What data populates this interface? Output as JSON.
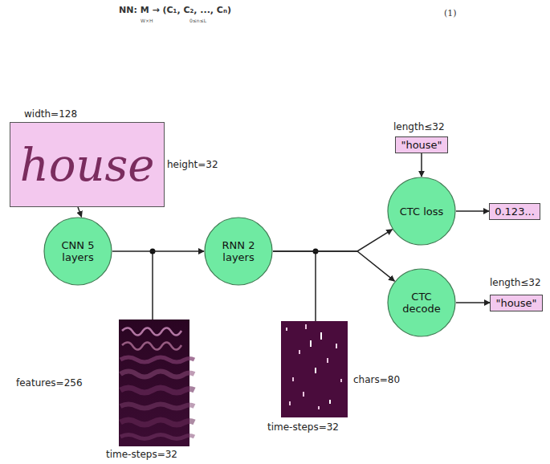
{
  "diagram": {
    "nodes": [
      {
        "text": [
          "house"
        ]
      },
      {
        "text": [
          "CNN 5 layers"
        ]
      },
      {
        "text": [
          "RNN 2 layers"
        ]
      },
      {
        "text": [
          "\"house\""
        ]
      },
      {
        "text": [
          "CTC loss"
        ]
      },
      {
        "text": [
          "0.123..."
        ]
      },
      {
        "text": [
          "CTC decode"
        ]
      },
      {
        "text": [
          "\"house\""
        ]
      }
    ],
    "edges": [
      {
        "from": 0,
        "to": 1,
        "arrow": "to"
      },
      {
        "from": 1,
        "to": 2,
        "arrow": "to"
      },
      {
        "from": 2,
        "to": 4,
        "arrow": "to"
      },
      {
        "from": 2,
        "to": 6,
        "arrow": "to"
      },
      {
        "from": 3,
        "to": 4,
        "arrow": "to"
      },
      {
        "from": 4,
        "to": 5,
        "arrow": "to"
      },
      {
        "from": 6,
        "to": 7,
        "arrow": "to"
      }
    ],
    "labels": [
      "NN: M → (C₁, C₂, ..., Cₙ)",
      "W×H",
      "0≤n≤L",
      "(1)",
      "width=128",
      "height=32",
      "length≤32",
      "features=256",
      "time-steps=32",
      "chars=80",
      "time-steps=32",
      "length≤32"
    ]
  }
}
